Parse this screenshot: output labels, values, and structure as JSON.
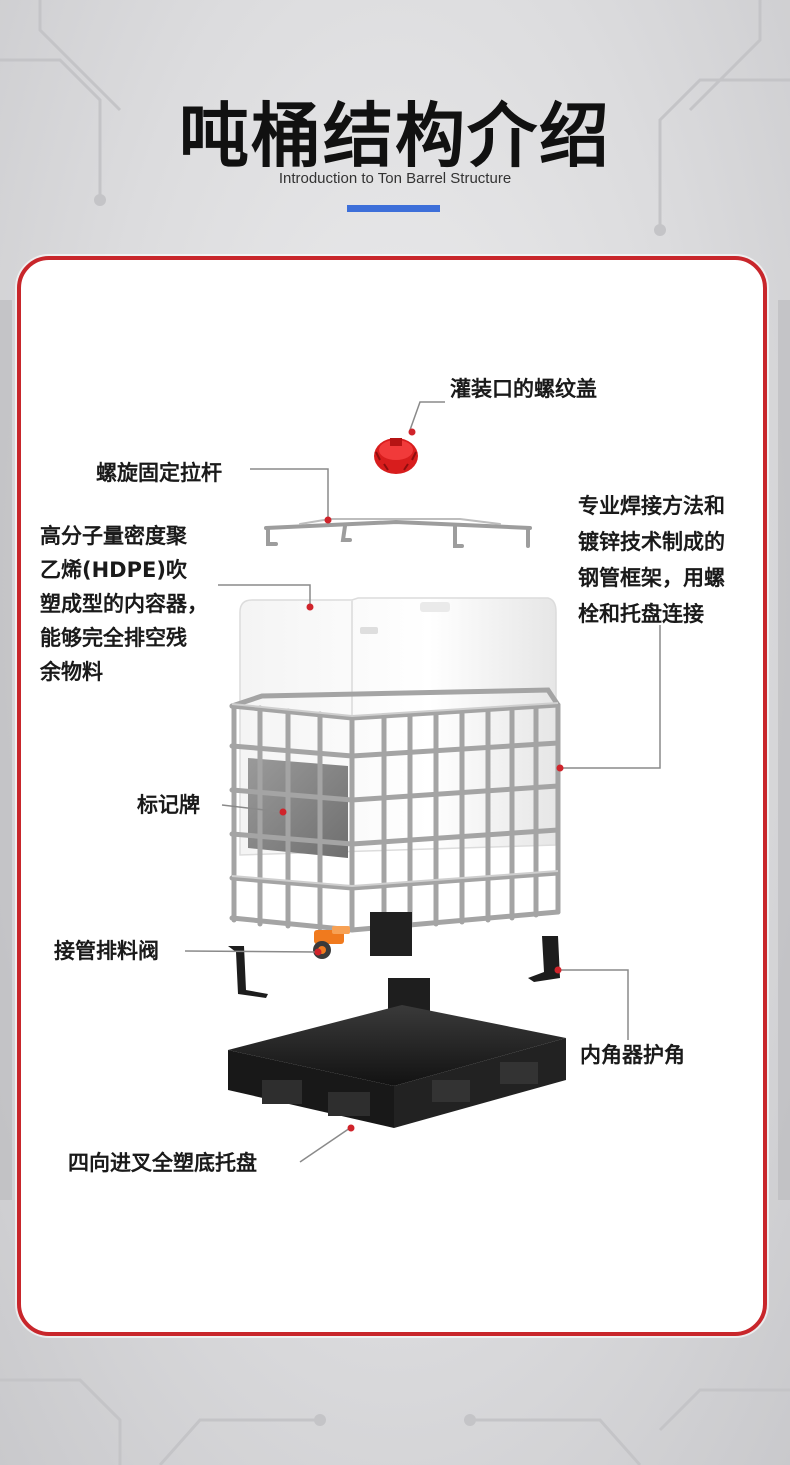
{
  "header": {
    "title": "吨桶结构介绍",
    "subtitle": "Introduction to Ton Barrel Structure"
  },
  "colors": {
    "accent_blue": "#3d6fd9",
    "card_border_red": "#c8262b",
    "cap_red": "#e02424",
    "valve_orange": "#f07a1e",
    "pallet_black": "#1b1b1b",
    "leader_line": "#8a8a8a"
  },
  "labels": {
    "screw_cap": "灌装口的螺纹盖",
    "tie_rod": "螺旋固定拉杆",
    "steel_frame": "专业焊接方法和\n镀锌技术制成的\n钢管框架，用螺\n栓和托盘连接",
    "inner_container": "高分子量密度聚\n乙烯(HDPE)吹\n塑成型的内容器，\n能够完全排空残\n余物料",
    "nameplate": "标记牌",
    "drain_valve": "接管排料阀",
    "corner_guard": "内角器护角",
    "pallet": "四向进叉全塑底托盘"
  }
}
